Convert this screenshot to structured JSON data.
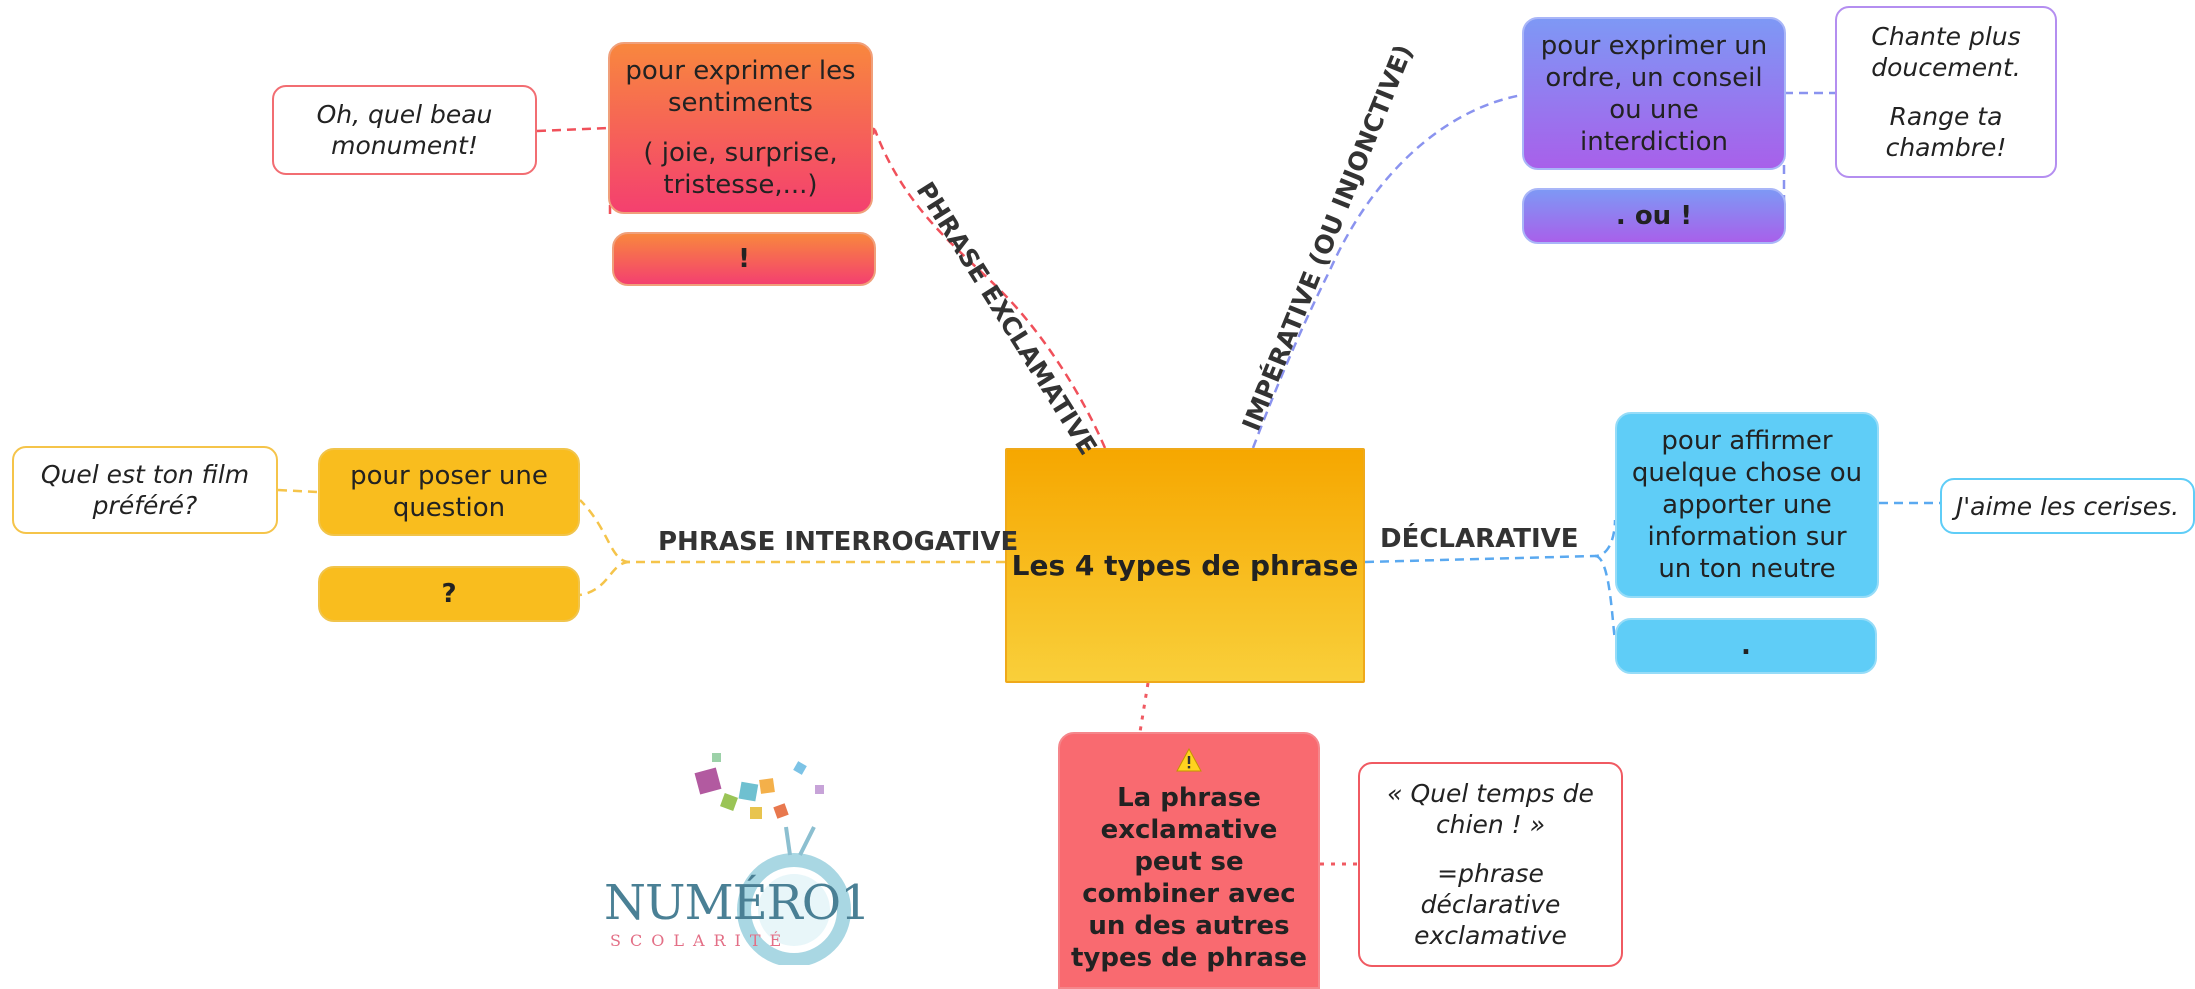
{
  "central": "Les 4 types de phrase",
  "branches": {
    "exclamative": {
      "label": "PHRASE EXCLAMATIVE",
      "purpose_line1": "pour exprimer les sentiments",
      "purpose_line2": "( joie, surprise, tristesse,...)",
      "punctuation": "!",
      "example": "Oh, quel beau monument!"
    },
    "imperative": {
      "label": "IMPÉRATIVE (OU INJONCTIVE)",
      "purpose": "pour exprimer un ordre, un conseil ou une interdiction",
      "punctuation": ". ou !",
      "example_line1": "Chante plus doucement.",
      "example_line2": "Range ta chambre!"
    },
    "interrogative": {
      "label": "PHRASE INTERROGATIVE",
      "purpose": "pour poser une question",
      "punctuation": "?",
      "example": "Quel est ton film préféré?"
    },
    "declarative": {
      "label": "DÉCLARATIVE",
      "purpose": "pour affirmer quelque chose ou apporter une information sur un ton neutre",
      "punctuation": ".",
      "example": "J'aime les cerises."
    }
  },
  "note": {
    "icon": "warning-icon",
    "text": "La phrase exclamative peut se combiner avec un des autres types de phrase",
    "example_line1": "« Quel temps de chien ! »",
    "example_line2": "=phrase déclarative exclamative"
  },
  "logo": {
    "line1": "NUMÉRO1",
    "line2": "SCOLARITÉ"
  },
  "colors": {
    "central": "#f6a700",
    "exclamative": "#f4406f",
    "imperative": "#a860ea",
    "interrogative": "#f9bd1e",
    "declarative": "#5fcdf7",
    "note": "#f96a70"
  }
}
